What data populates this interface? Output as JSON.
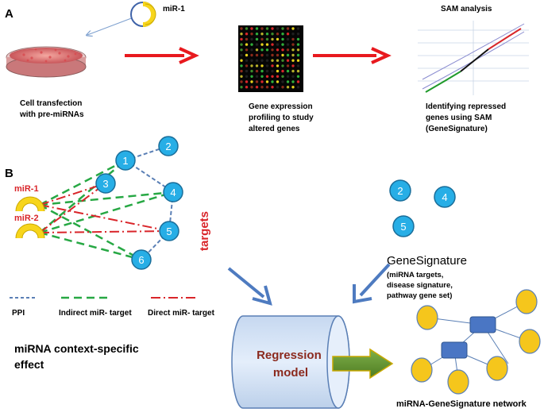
{
  "panel_a": {
    "label": "A",
    "mirna_label": "miR-1",
    "cell_caption": [
      "Cell  transfection",
      "with pre-miRNAs"
    ],
    "profiling_caption": [
      "Gene expression",
      "profiling to study",
      "altered genes"
    ],
    "sam_title": "SAM analysis",
    "sam_caption": [
      "Identifying repressed",
      "genes using SAM",
      "(GeneSignature)"
    ]
  },
  "panel_b": {
    "label": "B",
    "mir1": "miR-1",
    "mir2": "miR-2",
    "targets_label": "targets",
    "nodes": [
      "1",
      "2",
      "3",
      "4",
      "5",
      "6"
    ],
    "right_nodes": [
      "2",
      "4",
      "5"
    ],
    "legend": {
      "ppi": "PPI",
      "indirect": "Indirect miR- target",
      "direct": "Direct miR- target"
    },
    "context_effect": [
      "miRNA context-specific",
      "effect"
    ],
    "genesignature_title": "GeneSignature",
    "genesignature_details": [
      "(miRNA targets,",
      "disease signature,",
      "pathway gene set)"
    ],
    "regression_label": [
      "Regression",
      "model"
    ],
    "network_label": "miRNA-GeneSignature network"
  },
  "colors": {
    "red_arrow": "#e8191e",
    "blue_node": "#27aee6",
    "green_edge": "#27a844",
    "red_edge": "#d9252a",
    "ppi_edge": "#5a7fb5",
    "yellow": "#f7d51c",
    "net_node": "#f5c61c",
    "net_rect": "#4a76c4",
    "cylinder": "#d5e3f5",
    "blue_arrow": "#4e7bc0",
    "dark_red_text": "#8b2a1e"
  }
}
